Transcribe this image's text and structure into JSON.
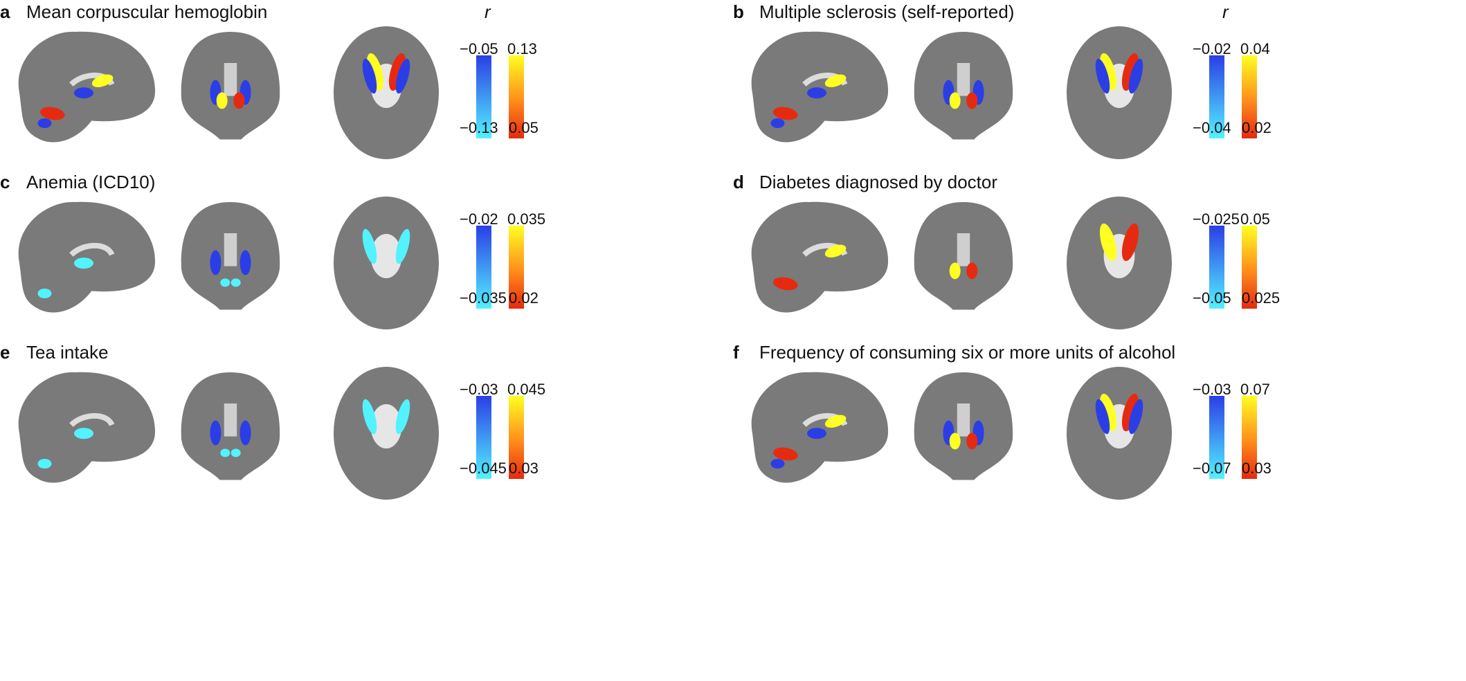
{
  "panels": [
    {
      "letter": "a",
      "title": "Mean corpuscular hemoglobin",
      "r": "r",
      "neg_top": "−0.05",
      "neg_bottom": "−0.13",
      "pos_top": "0.13",
      "pos_bottom": "0.05"
    },
    {
      "letter": "b",
      "title": "Multiple sclerosis (self-reported)",
      "r": "r",
      "neg_top": "−0.02",
      "neg_bottom": "−0.04",
      "pos_top": "0.04",
      "pos_bottom": "0.02"
    },
    {
      "letter": "c",
      "title": "Anemia (ICD10)",
      "r": "",
      "neg_top": "−0.02",
      "neg_bottom": "−0.035",
      "pos_top": "0.035",
      "pos_bottom": "0.02"
    },
    {
      "letter": "d",
      "title": "Diabetes diagnosed by doctor",
      "r": "",
      "neg_top": "−0.025",
      "neg_bottom": "−0.05",
      "pos_top": "0.05",
      "pos_bottom": "0.025"
    },
    {
      "letter": "e",
      "title": "Tea intake",
      "r": "",
      "neg_top": "−0.03",
      "neg_bottom": "−0.045",
      "pos_top": "0.045",
      "pos_bottom": "0.03"
    },
    {
      "letter": "f",
      "title": "Frequency of consuming six or more units of alcohol",
      "r": "",
      "neg_top": "−0.03",
      "neg_bottom": "−0.07",
      "pos_top": "0.07",
      "pos_bottom": "0.03"
    }
  ],
  "colors": {
    "brain_gray": "#7a7a7a",
    "negative_dark": "#2b3ee6",
    "negative_light": "#53f2ff",
    "positive_high": "#ffff22",
    "positive_low": "#e62a10"
  }
}
